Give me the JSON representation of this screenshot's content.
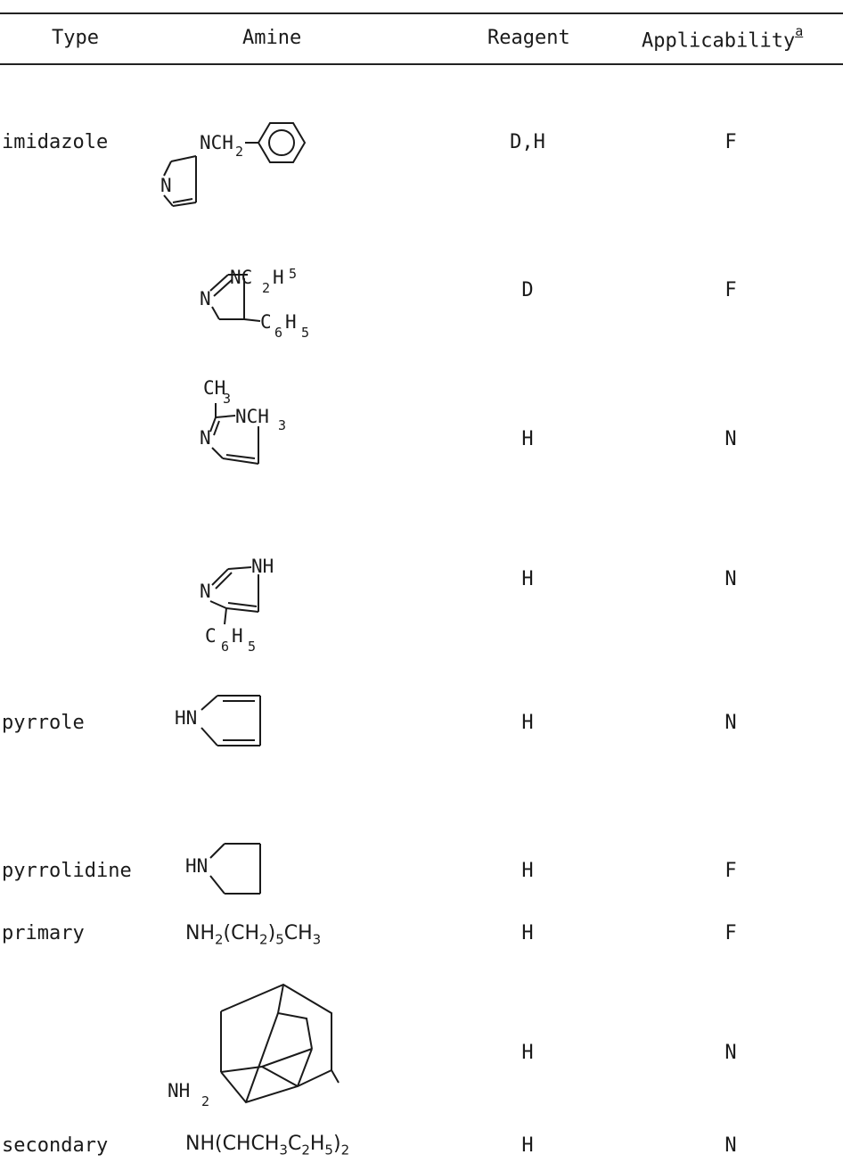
{
  "table": {
    "headers": {
      "type": "Type",
      "amine": "Amine",
      "reagent": "Reagent",
      "applicability": "Applicability",
      "applicability_footnote": "a"
    },
    "rows": [
      {
        "type": "imidazole",
        "amine": "1-benzylimidazole",
        "amine_labels": {
          "a": "NCH",
          "b": "2",
          "c": "N"
        },
        "reagent": "D,H",
        "applicability": "F"
      },
      {
        "type": "",
        "amine": "1-ethyl-5-phenylimidazoline",
        "amine_labels": {
          "a": "NC",
          "b": "2",
          "c": "H",
          "d": "5",
          "e": "N",
          "f": "C",
          "g": "6",
          "h": "H",
          "i": "5"
        },
        "reagent": "D",
        "applicability": "F"
      },
      {
        "type": "",
        "amine": "1,2-dimethylimidazole",
        "amine_labels": {
          "a": "CH",
          "b": "3",
          "c": "NCH",
          "d": "3",
          "e": "N"
        },
        "reagent": "H",
        "applicability": "N"
      },
      {
        "type": "",
        "amine": "4-phenylimidazole",
        "amine_labels": {
          "a": "NH",
          "b": "N",
          "c": "C",
          "d": "6",
          "e": "H",
          "f": "5"
        },
        "reagent": "H",
        "applicability": "N"
      },
      {
        "type": "pyrrole",
        "amine": "pyrrole",
        "amine_labels": {
          "a": "HN"
        },
        "reagent": "H",
        "applicability": "N"
      },
      {
        "type": "pyrrolidine",
        "amine": "pyrrolidine",
        "amine_labels": {
          "a": "HN"
        },
        "reagent": "H",
        "applicability": "F"
      },
      {
        "type": "primary",
        "amine": "NH2(CH2)5CH3",
        "amine_parts": [
          "NH",
          "2",
          "(CH",
          "2",
          ")",
          "5",
          "CH",
          "3"
        ],
        "reagent": "H",
        "applicability": "F"
      },
      {
        "type": "",
        "amine": "1-adamantylamine",
        "amine_labels": {
          "a": "NH",
          "b": "2"
        },
        "reagent": "H",
        "applicability": "N"
      },
      {
        "type": "secondary",
        "amine": "NH(CHCH3C2H5)2",
        "amine_parts": [
          "NH(CHCH",
          "3",
          "C",
          "2",
          "H",
          "5",
          ")",
          "2"
        ],
        "reagent": "H",
        "applicability": "N"
      }
    ]
  }
}
